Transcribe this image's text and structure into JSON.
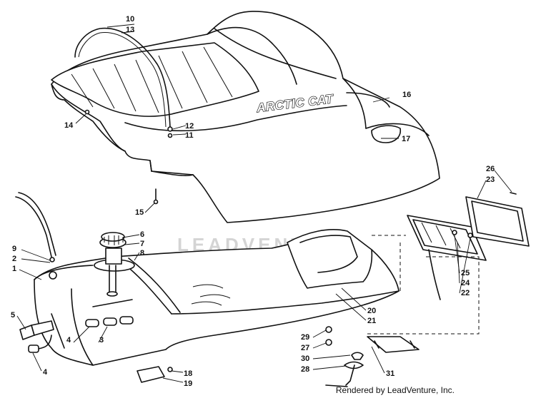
{
  "brand_text": "ARCTIC CAT",
  "watermark": "LEADVENTURE",
  "credit": "Rendered by LeadVenture, Inc.",
  "callouts": [
    "10",
    "13",
    "16",
    "14",
    "12",
    "11",
    "17",
    "15",
    "26",
    "23",
    "6",
    "9",
    "7",
    "2",
    "8",
    "1",
    "25",
    "24",
    "22",
    "20",
    "21",
    "5",
    "29",
    "4",
    "3",
    "27",
    "30",
    "28",
    "4",
    "31",
    "18",
    "19"
  ],
  "colors": {
    "ink": "#111111",
    "paper": "#ffffff",
    "watermark": "#d4d4d4"
  }
}
